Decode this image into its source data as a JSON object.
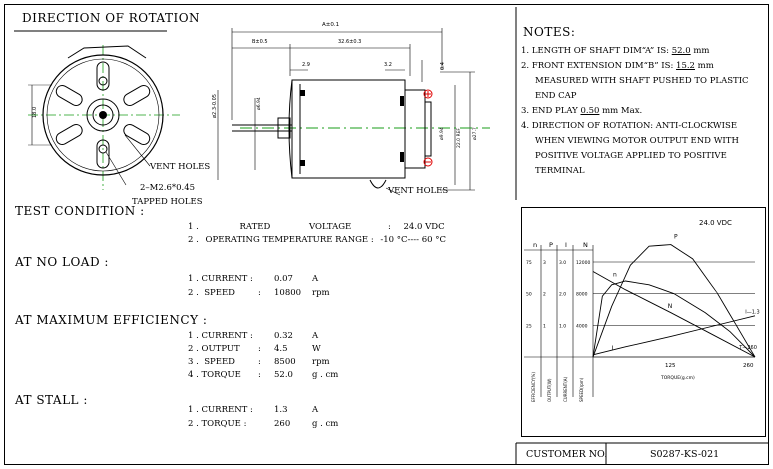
{
  "title": "DIRECTION OF ROTATION",
  "front_view": {
    "vent_holes_label": "VENT HOLES",
    "screw_spec": "2–M2.6*0.45",
    "tapped_holes_label": "TAPPED HOLES",
    "dim_height": "18.0"
  },
  "side_view": {
    "dim_a": "A±0.1",
    "dim_b": "B±0.5",
    "dim_body": "32.6±0.3",
    "dim_29": "2.9",
    "dim_32": "3.2",
    "dim_04": "0.4",
    "dim_shaft": "ø2.3-0.05",
    "dim_bushing": "ø6.94",
    "dim_bushing2": "ø9.94",
    "dim_ref": "22.0 REF",
    "dim_body_dia": "ø27.7",
    "terminal_pos": "⊕",
    "terminal_neg": "⊖",
    "vent_holes_label": "VENT HOLES"
  },
  "notes": {
    "heading": "NOTES:",
    "items": [
      {
        "num": "1.",
        "pre": "LENGTH OF SHAFT DIM“A” IS:",
        "val": "52.0",
        "post": "mm"
      },
      {
        "num": "2.",
        "pre": "FRONT EXTENSION DIM“B” IS:",
        "val": "15.2",
        "post": "mm"
      },
      {
        "text": "MEASURED WITH SHAFT PUSHED TO PLASTIC"
      },
      {
        "text": "END CAP"
      },
      {
        "num": "3.",
        "pre": "END PLAY",
        "val": "0.50",
        "post": "mm Max."
      },
      {
        "num": "4.",
        "text": "DIRECTION OF ROTATION: ANTI-CLOCKWISE"
      },
      {
        "text": "WHEN VIEWING MOTOR OUTPUT END WITH"
      },
      {
        "text": "POSITIVE VOLTAGE APPLIED TO POSITIVE"
      },
      {
        "text": "TERMINAL"
      }
    ]
  },
  "test_condition": {
    "heading": "TEST CONDITION :",
    "rows": [
      {
        "num": "1 .",
        "label": "RATED",
        "label2": "VOLTAGE",
        "sep": ":",
        "value": "24.0  VDC"
      },
      {
        "num": "2 .",
        "label": "OPERATING TEMPERATURE RANGE :",
        "value": "-10 °C---- 60 °C"
      }
    ]
  },
  "no_load": {
    "heading": "AT NO LOAD :",
    "rows": [
      {
        "num": "1 .",
        "label": "CURRENT :",
        "value": "0.07",
        "unit": "A"
      },
      {
        "num": "2 .",
        "label": "SPEED",
        "sep": ":",
        "value": "10800",
        "unit": "rpm"
      }
    ]
  },
  "max_eff": {
    "heading": "AT MAXIMUM EFFICIENCY :",
    "rows": [
      {
        "num": "1 .",
        "label": "CURRENT :",
        "value": "0.32",
        "unit": "A"
      },
      {
        "num": "2 .",
        "label": "OUTPUT",
        "sep": ":",
        "value": "4.5",
        "unit": "W"
      },
      {
        "num": "3 .",
        "label": "SPEED",
        "sep": ":",
        "value": "8500",
        "unit": "rpm"
      },
      {
        "num": "4 .",
        "label": "TORQUE",
        "sep": ":",
        "value": "52.0",
        "unit": "g . cm"
      }
    ]
  },
  "stall": {
    "heading": "AT STALL :",
    "rows": [
      {
        "num": "1 .",
        "label": "CURRENT :",
        "value": "1.3",
        "unit": "A"
      },
      {
        "num": "2 .",
        "label": "TORQUE :",
        "value": "260",
        "unit": "g . cm"
      }
    ]
  },
  "chart_data": {
    "type": "line",
    "title": "24.0  VDC",
    "xlabel": "TORQUE(g.cm)",
    "x_ticks": [
      "125",
      "260"
    ],
    "xlim": [
      0,
      260
    ],
    "col_headers": [
      "n",
      "P",
      "I",
      "N"
    ],
    "rows": [
      {
        "n": "75",
        "P": "3",
        "I": "3.0",
        "N": "12000"
      },
      {
        "n": "50",
        "P": "2",
        "I": "2.0",
        "N": "8000"
      },
      {
        "n": "25",
        "P": "1",
        "I": "1.0",
        "N": "4000"
      }
    ],
    "axis_titles": [
      "EFFICIENCY(%)",
      "OUTPUT(W)",
      "CURRENT(A)",
      "SPEED(rpm)"
    ],
    "series_labels": {
      "n": "n",
      "P": "P",
      "N": "N",
      "I": "I",
      "current_end": "I—1.3",
      "speed_end": "T—260"
    },
    "series": [
      {
        "name": "N (speed, rpm)",
        "axis": "N",
        "x": [
          0,
          52,
          125,
          260
        ],
        "y": [
          10800,
          8500,
          5600,
          0
        ]
      },
      {
        "name": "I (current, A)",
        "axis": "I",
        "x": [
          0,
          52,
          125,
          260
        ],
        "y": [
          0.07,
          0.32,
          0.65,
          1.3
        ]
      },
      {
        "name": "P (output, W)",
        "axis": "P",
        "x": [
          0,
          30,
          60,
          90,
          125,
          160,
          200,
          230,
          260
        ],
        "y": [
          0,
          1.6,
          2.9,
          3.5,
          3.55,
          3.1,
          2.0,
          1.0,
          0
        ]
      },
      {
        "name": "n (efficiency, %)",
        "axis": "n",
        "x": [
          0,
          15,
          30,
          52,
          90,
          130,
          180,
          220,
          260
        ],
        "y": [
          0,
          48,
          57,
          60,
          57,
          50,
          35,
          20,
          0
        ]
      }
    ]
  },
  "title_block": {
    "label": "CUSTOMER NO.",
    "value": "S0287-KS-021"
  }
}
